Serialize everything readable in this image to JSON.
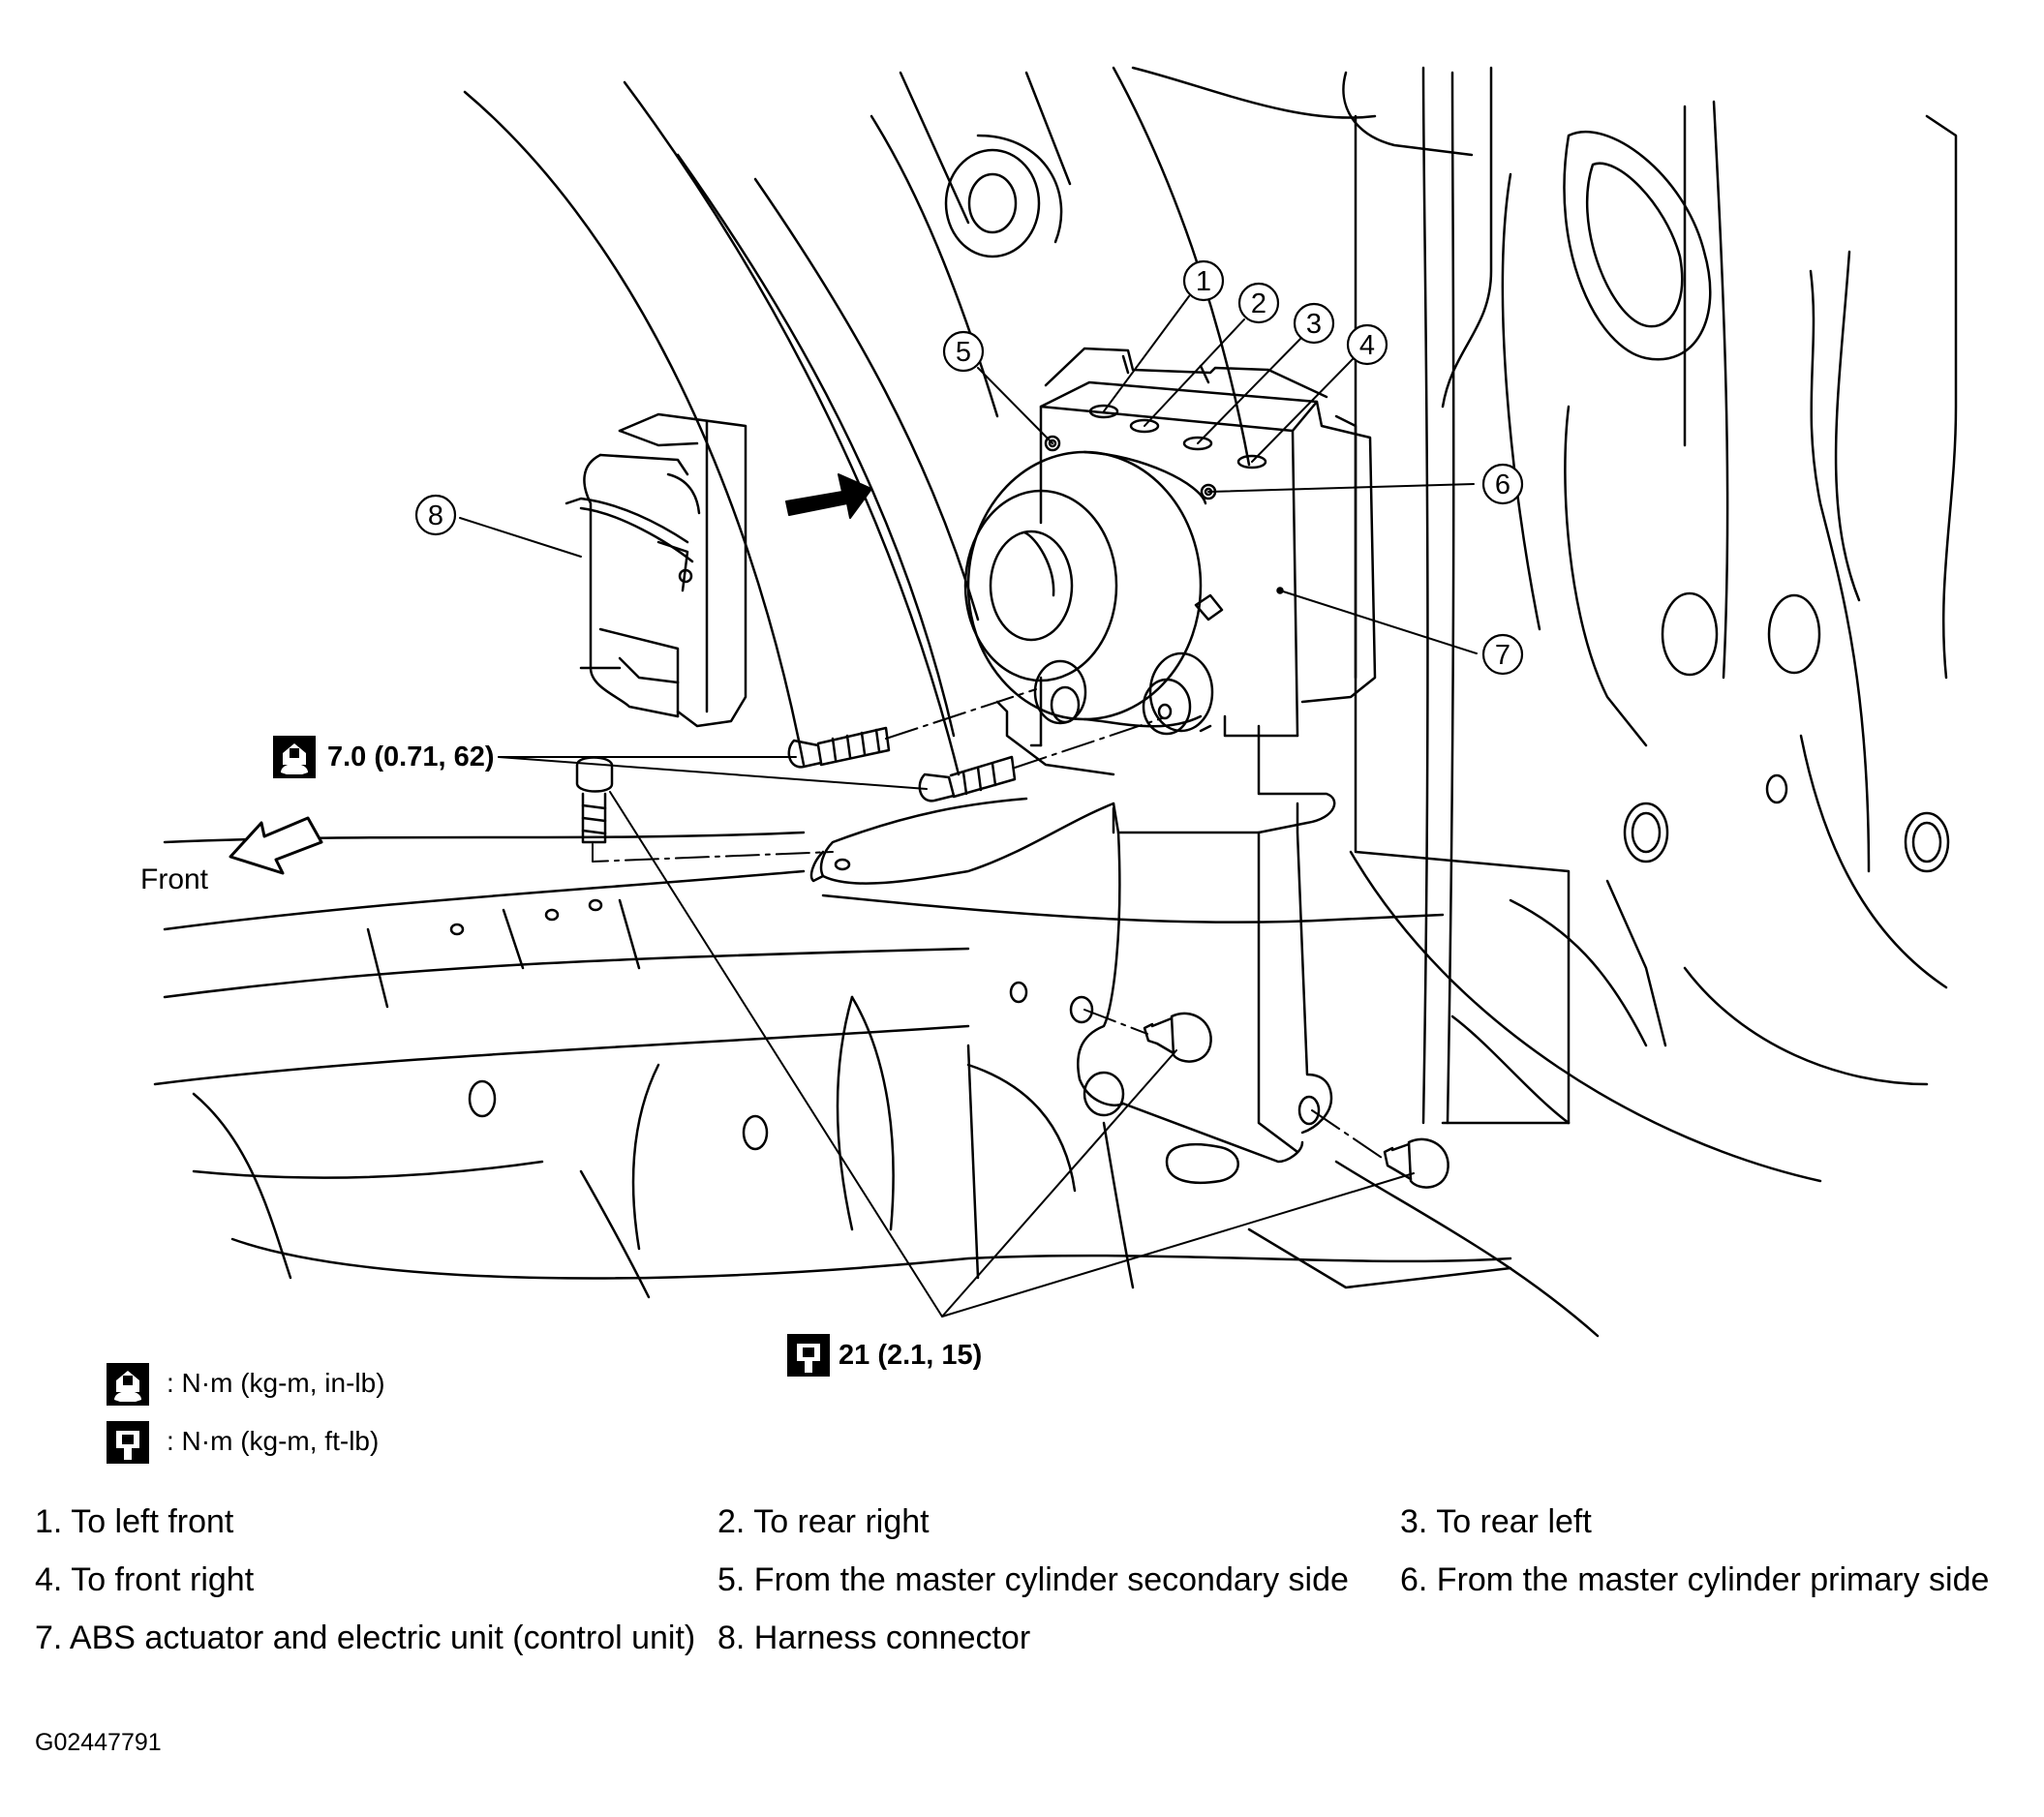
{
  "callouts": {
    "c1": "1",
    "c2": "2",
    "c3": "3",
    "c4": "4",
    "c5": "5",
    "c6": "6",
    "c7": "7",
    "c8": "8"
  },
  "torque": {
    "small": "7.0 (0.71, 62)",
    "large": "21 (2.1, 15)"
  },
  "direction_label": "Front",
  "units_key": [
    {
      "icon": "torque-wrench-small-icon",
      "text": ": N·m (kg-m, in-lb)"
    },
    {
      "icon": "torque-wrench-large-icon",
      "text": ": N·m (kg-m, ft-lb)"
    }
  ],
  "legend": [
    [
      "1. To left front",
      "2. To rear right",
      "3. To rear left"
    ],
    [
      "4. To front right",
      "5. From the master cylinder secondary side",
      "6. From the master cylinder primary side"
    ],
    [
      "7. ABS actuator and electric unit (control unit)",
      "8. Harness connector",
      ""
    ]
  ],
  "figure_id": "G02447791"
}
